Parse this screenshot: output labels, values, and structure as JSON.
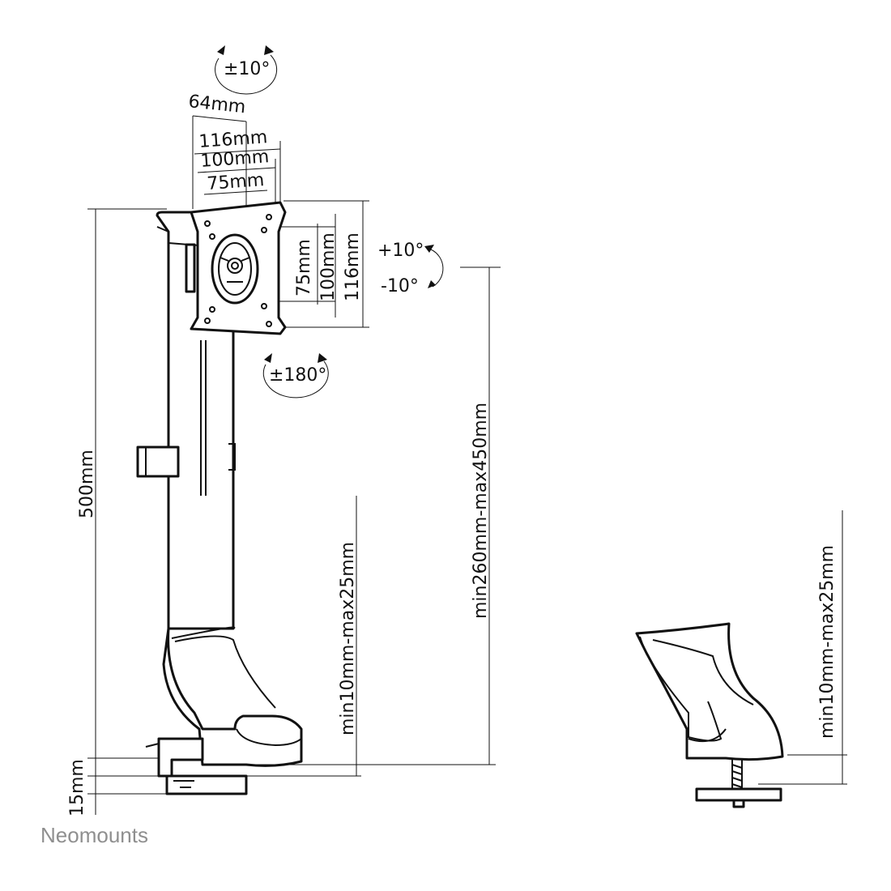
{
  "labels": {
    "tilt_top": "±10°",
    "width_64": "64mm",
    "width_116": "116mm",
    "width_100": "100mm",
    "width_75": "75mm",
    "height_75": "75mm",
    "height_100": "100mm",
    "height_116": "116mm",
    "tilt_plus": "+10°",
    "tilt_minus": "-10°",
    "rotate": "±180°",
    "pole_height": "500mm",
    "desk_thickness_left": "min10mm-max25mm",
    "height_range": "min260mm-max450mm",
    "desk_thickness_right": "min10mm-max25mm",
    "base_gap": "15mm"
  },
  "brand": "Neomounts",
  "colors": {
    "line": "#111111",
    "brand": "#8f8f8f",
    "background": "#ffffff"
  }
}
